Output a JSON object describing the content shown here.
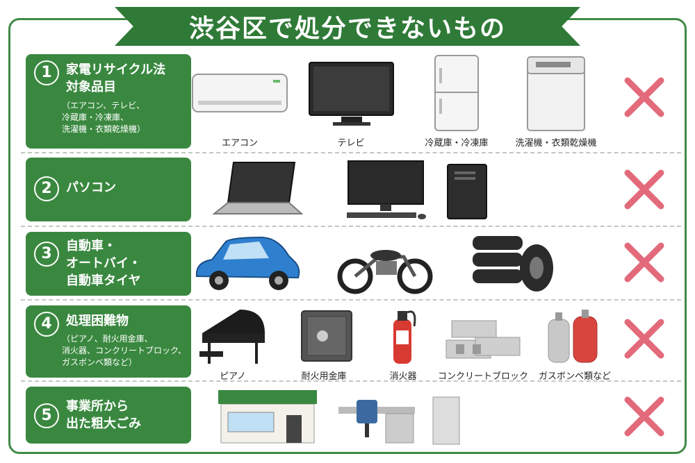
{
  "title": "渋谷区で処分できないもの",
  "accent": "#3a8840",
  "cross_color": "#e26a7b",
  "rows": [
    {
      "num": "1",
      "title": "家電リサイクル法\n対象品目",
      "note": "（エアコン、テレビ、\n冷蔵庫・冷凍庫、\n洗濯機・衣類乾燥機）",
      "items": [
        "エアコン",
        "テレビ",
        "冷蔵庫・冷凍庫",
        "洗濯機・衣類乾燥機"
      ]
    },
    {
      "num": "2",
      "title": "パソコン",
      "note": "",
      "items": []
    },
    {
      "num": "3",
      "title": "自動車・\nオートバイ・\n自動車タイヤ",
      "note": "",
      "items": []
    },
    {
      "num": "4",
      "title": "処理困難物",
      "note": "（ピアノ、耐火用金庫、\n消火器、コンクリートブロック、\nガスボンベ類など）",
      "items": [
        "ピアノ",
        "耐火用金庫",
        "消火器",
        "コンクリートブロック",
        "ガスボンベ類など"
      ]
    },
    {
      "num": "5",
      "title": "事業所から\n出た粗大ごみ",
      "note": "",
      "items": []
    }
  ]
}
